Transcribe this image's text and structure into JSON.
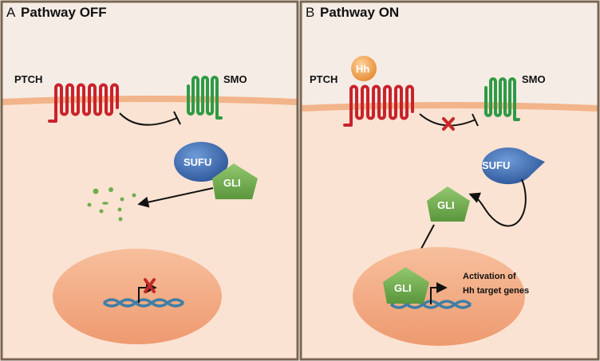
{
  "panels": [
    {
      "letter": "A",
      "title": "Pathway OFF",
      "labels": {
        "ptch": "PTCH",
        "smo": "SMO",
        "sufu": "SUFU",
        "gli": "GLI"
      }
    },
    {
      "letter": "B",
      "title": "Pathway ON",
      "labels": {
        "ptch": "PTCH",
        "hh": "Hh",
        "smo": "SMO",
        "sufu": "SUFU",
        "gli_free": "GLI",
        "gli_nucleus": "GLI",
        "activation_line1": "Activation of",
        "activation_line2": "Hh target genes"
      }
    }
  ],
  "colors": {
    "background": "#f5ece6",
    "border": "#7a6650",
    "membrane": "#f2b48a",
    "cytoplasm": "#fbe3d3",
    "nucleus": "#f2a982",
    "ptch": "#c9232c",
    "smo": "#2f9a45",
    "sufu": "#3d6db5",
    "gli": "#6fad4f",
    "hh": "#f0a04a",
    "inhibition_x": "#c62828",
    "dna": "#3d7ea6"
  }
}
